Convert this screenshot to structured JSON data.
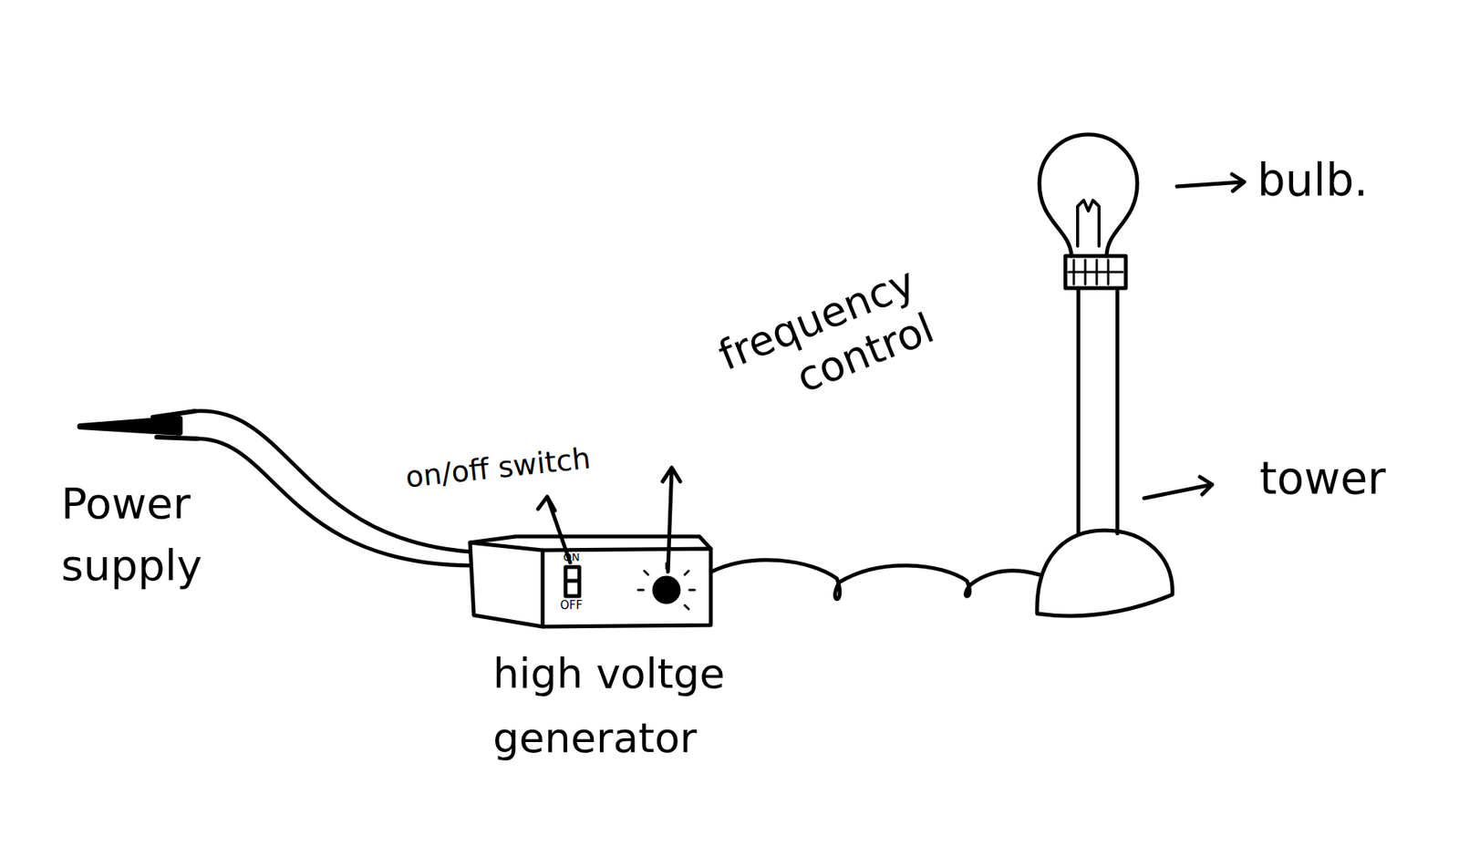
{
  "diagram": {
    "nodes": [
      {
        "text": [
          "high voltge generator"
        ]
      }
    ],
    "labels": [
      "Power supply",
      "on/off switch",
      "frequency control",
      "ON",
      "OFF",
      "bulb.",
      "tower"
    ]
  }
}
